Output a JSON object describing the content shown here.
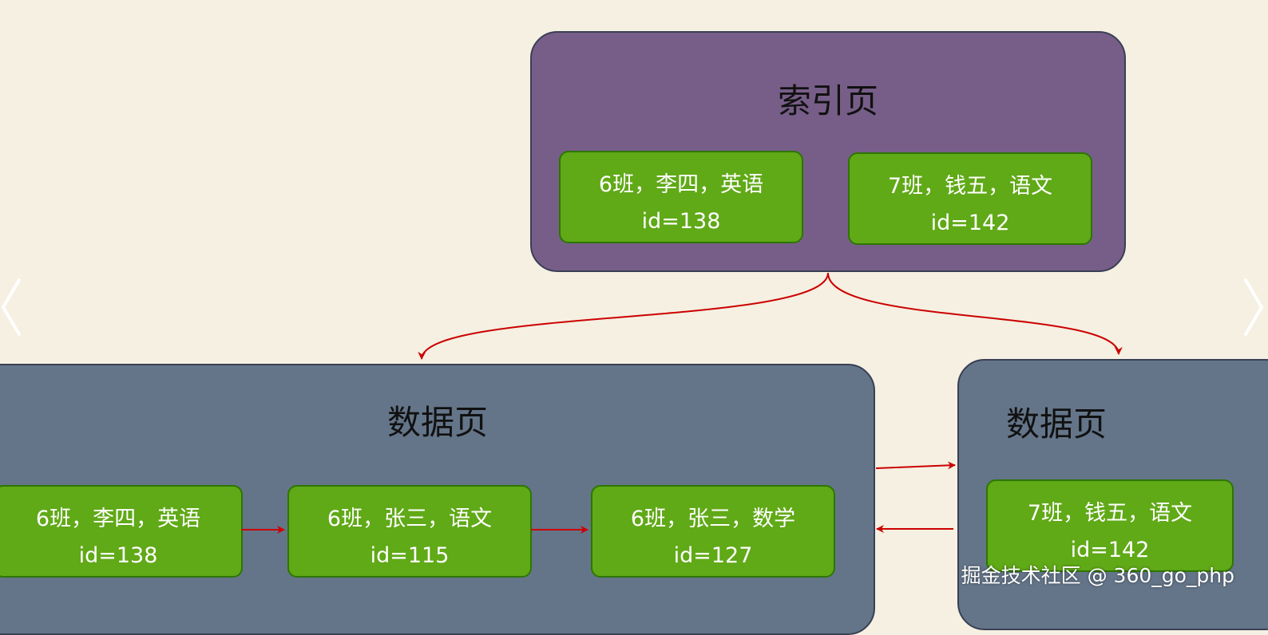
{
  "index_page": {
    "title": "索引页",
    "records": [
      {
        "text": "6班，李四，英语",
        "id": "id=138"
      },
      {
        "text": "7班，钱五，语文",
        "id": "id=142"
      }
    ]
  },
  "data_page_1": {
    "title": "数据页",
    "records": [
      {
        "text": "6班，李四，英语",
        "id": "id=138"
      },
      {
        "text": "6班，张三，语文",
        "id": "id=115"
      },
      {
        "text": "6班，张三，数学",
        "id": "id=127"
      }
    ]
  },
  "data_page_2": {
    "title": "数据页",
    "records": [
      {
        "text": "7班，钱五，语文",
        "id": "id=142"
      }
    ]
  },
  "watermark": "掘金技术社区 @ 360_go_php",
  "colors": {
    "background": "#f5f0e1",
    "index_page_fill": "#775e88",
    "data_page_fill": "#647589",
    "record_fill": "#60a917",
    "record_border": "#2d7600",
    "arrow": "#cc0000"
  },
  "icons": {
    "left_nav": "chevron-left-icon",
    "right_nav": "chevron-right-icon"
  }
}
